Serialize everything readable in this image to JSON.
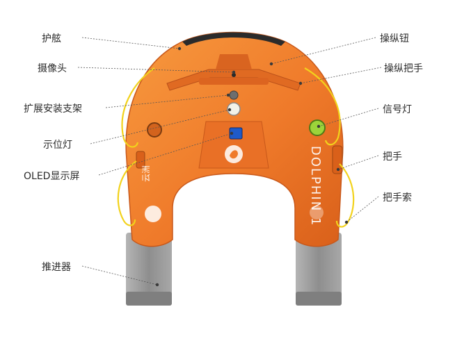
{
  "colors": {
    "body": "#ef7a2a",
    "body_dark": "#d95f17",
    "thruster": "#9a9a9a",
    "rope": "#f2d21c",
    "leader": "#555555"
  },
  "labels": {
    "left": {
      "fender": "护舷",
      "camera": "摄像头",
      "mount": "扩展安装支架",
      "indicator": "示位灯",
      "oled": "OLED显示屏",
      "thruster": "推进器"
    },
    "right": {
      "button": "操纵钮",
      "handlebar": "操纵把手",
      "signal": "信号灯",
      "handle": "把手",
      "rope": "把手索"
    }
  },
  "branding": {
    "side_text": "DOLPHIN 1",
    "left_side_text": "云洲"
  }
}
